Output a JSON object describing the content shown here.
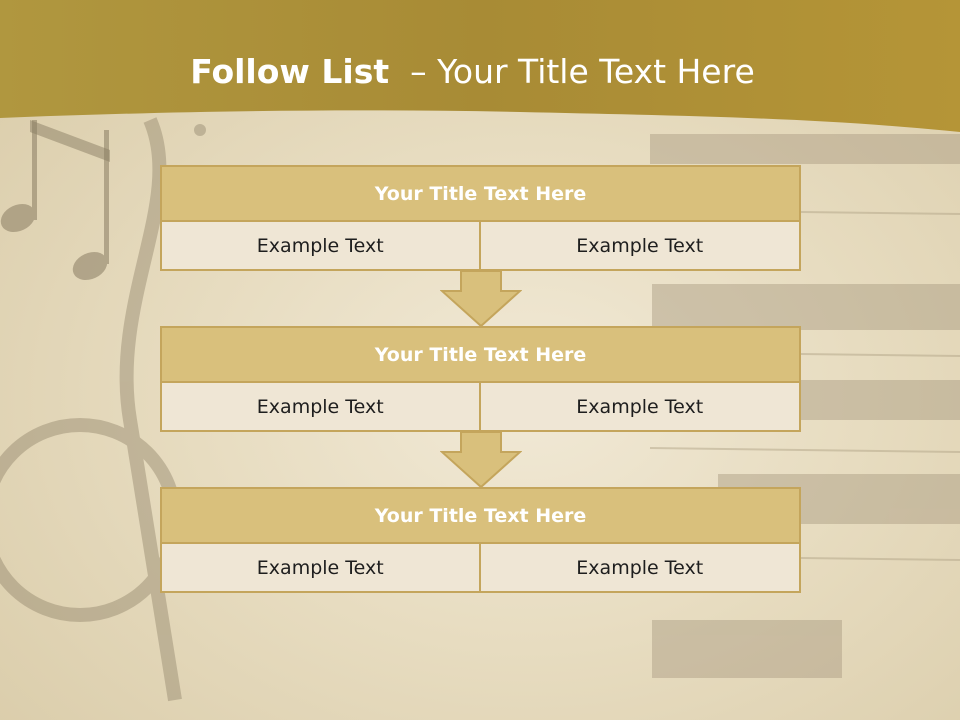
{
  "slide": {
    "title_bold": "Follow List",
    "title_rest": "– Your Title Text Here"
  },
  "steps": [
    {
      "header": "Your Title Text Here",
      "left": "Example Text",
      "right": "Example Text"
    },
    {
      "header": "Your Title Text Here",
      "left": "Example Text",
      "right": "Example Text"
    },
    {
      "header": "Your Title Text Here",
      "left": "Example Text",
      "right": "Example Text"
    }
  ],
  "colors": {
    "banner": "#b79a3d",
    "header_fill": "#d9c07c",
    "border": "#c4a55c",
    "cell_fill": "#efe6d5"
  }
}
